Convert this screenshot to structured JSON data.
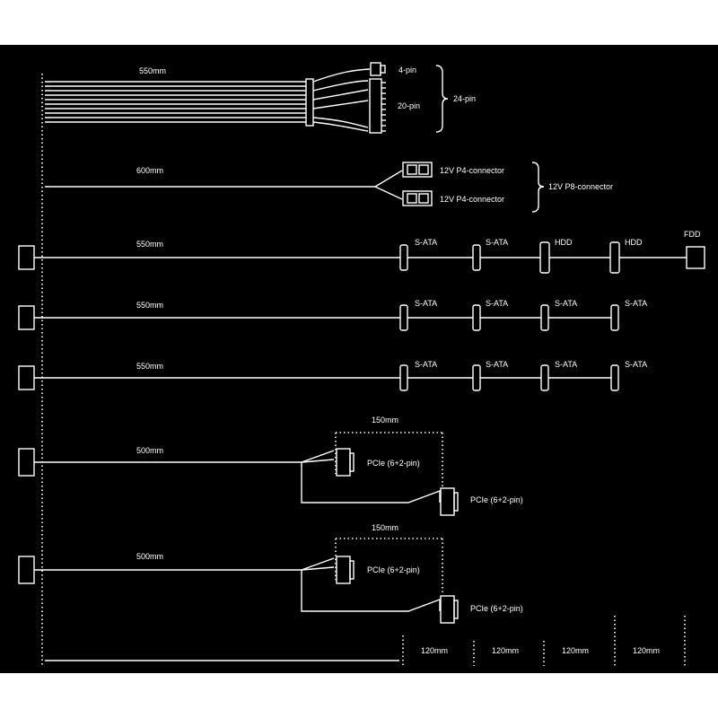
{
  "cables": {
    "atx": {
      "length": "550mm",
      "pin4": "4-pin",
      "pin20": "20-pin",
      "total": "24-pin"
    },
    "cpu": {
      "length": "600mm",
      "conn_a": "12V P4-connector",
      "conn_b": "12V P4-connector",
      "combined": "12V P8-connector"
    },
    "peripheral1": {
      "length": "550mm",
      "labels": [
        "S-ATA",
        "S-ATA",
        "HDD",
        "HDD",
        "FDD"
      ]
    },
    "peripheral2": {
      "length": "550mm",
      "labels": [
        "S-ATA",
        "S-ATA",
        "S-ATA",
        "S-ATA"
      ]
    },
    "peripheral3": {
      "length": "550mm",
      "labels": [
        "S-ATA",
        "S-ATA",
        "S-ATA",
        "S-ATA"
      ]
    },
    "pcie1": {
      "length": "500mm",
      "split_length": "150mm",
      "conn_a": "PCIe (6+2-pin)",
      "conn_b": "PCIe (6+2-pin)"
    },
    "pcie2": {
      "length": "500mm",
      "split_length": "150mm",
      "conn_a": "PCIe (6+2-pin)",
      "conn_b": "PCIe (6+2-pin)"
    }
  },
  "spacing": [
    "120mm",
    "120mm",
    "120mm",
    "120mm"
  ]
}
